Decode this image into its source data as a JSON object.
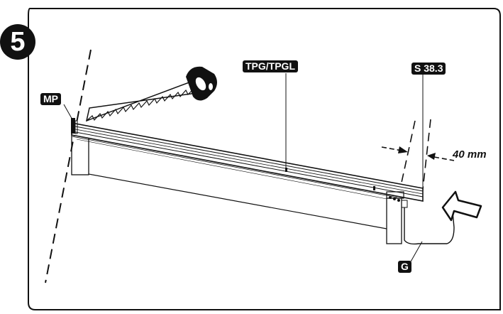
{
  "step": {
    "number": "5"
  },
  "labels": {
    "mp": "MP",
    "tpg": "TPG/TPGL",
    "s": "S 38.3",
    "g": "G"
  },
  "dimension": {
    "text": "40 mm"
  },
  "icons": {
    "saw": "saw-icon",
    "push_arrow": "push-arrow-icon"
  }
}
